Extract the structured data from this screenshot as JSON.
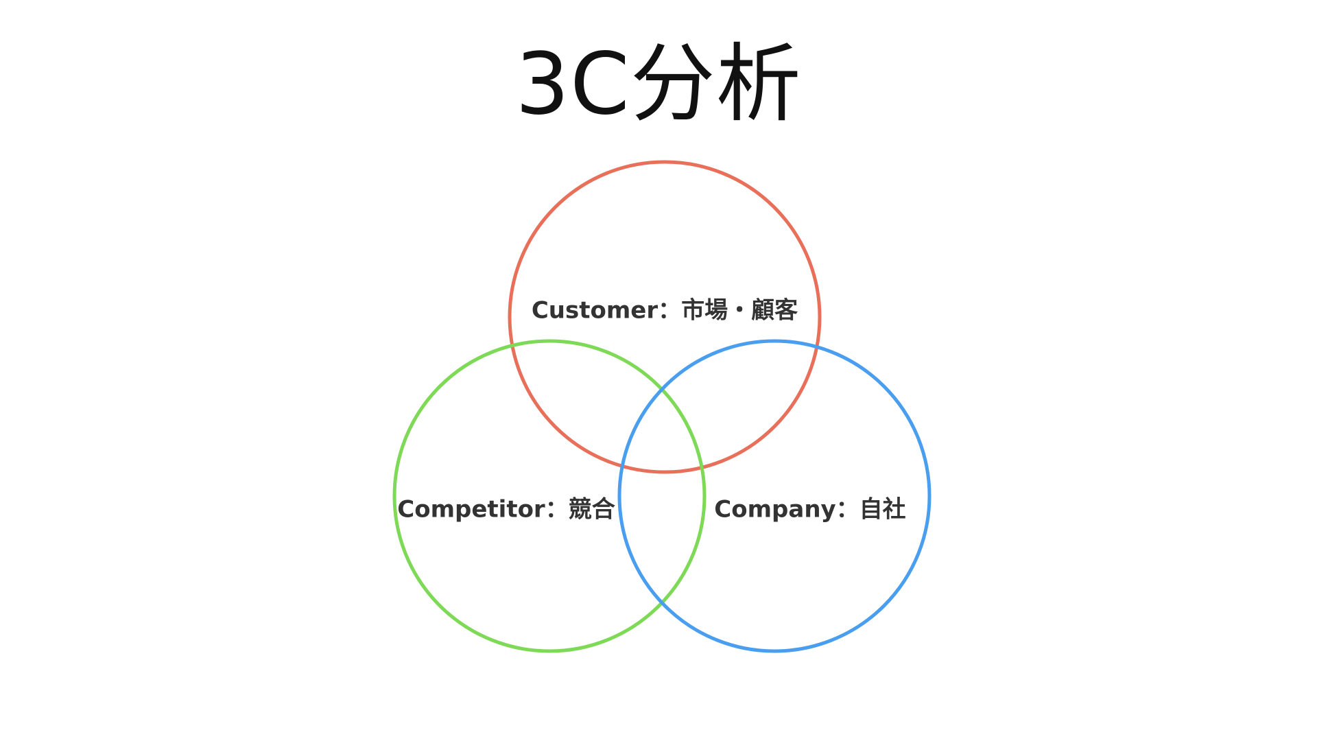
{
  "title": "3C分析",
  "circles": [
    {
      "id": "customer",
      "label": "Customer：市場・顧客",
      "color": "#E8705A"
    },
    {
      "id": "competitor",
      "label": "Competitor：競合",
      "color": "#7ED957"
    },
    {
      "id": "company",
      "label": "Company：自社",
      "color": "#4A9EEF"
    }
  ]
}
